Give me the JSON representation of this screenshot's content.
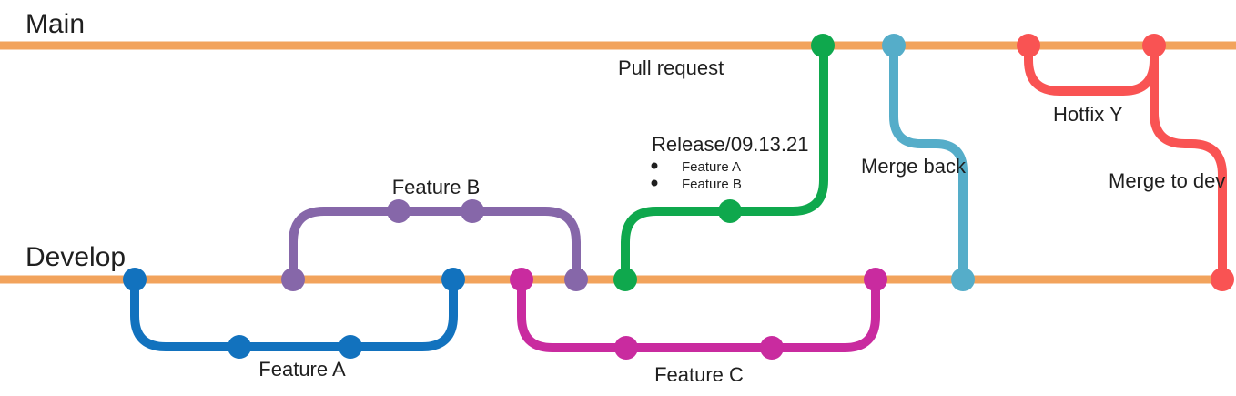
{
  "diagram": {
    "type": "git-branching-flow",
    "trunks": {
      "main_label": "Main",
      "develop_label": "Develop"
    },
    "annotations": {
      "pull_request": "Pull request",
      "release_title": "Release/09.13.21",
      "release_items": [
        "Feature A",
        "Feature B"
      ],
      "merge_back": "Merge back",
      "hotfix": "Hotfix Y",
      "merge_to_dev": "Merge to dev",
      "feature_a": "Feature A",
      "feature_b": "Feature B",
      "feature_c": "Feature C"
    },
    "colors": {
      "trunk": "#F2A35C",
      "feature_a": "#1272BE",
      "feature_b": "#8667A9",
      "feature_c": "#C92B9F",
      "release": "#0FA84D",
      "merge_back": "#55ADC9",
      "hotfix": "#F95353",
      "text": "#1F1F1F"
    }
  }
}
